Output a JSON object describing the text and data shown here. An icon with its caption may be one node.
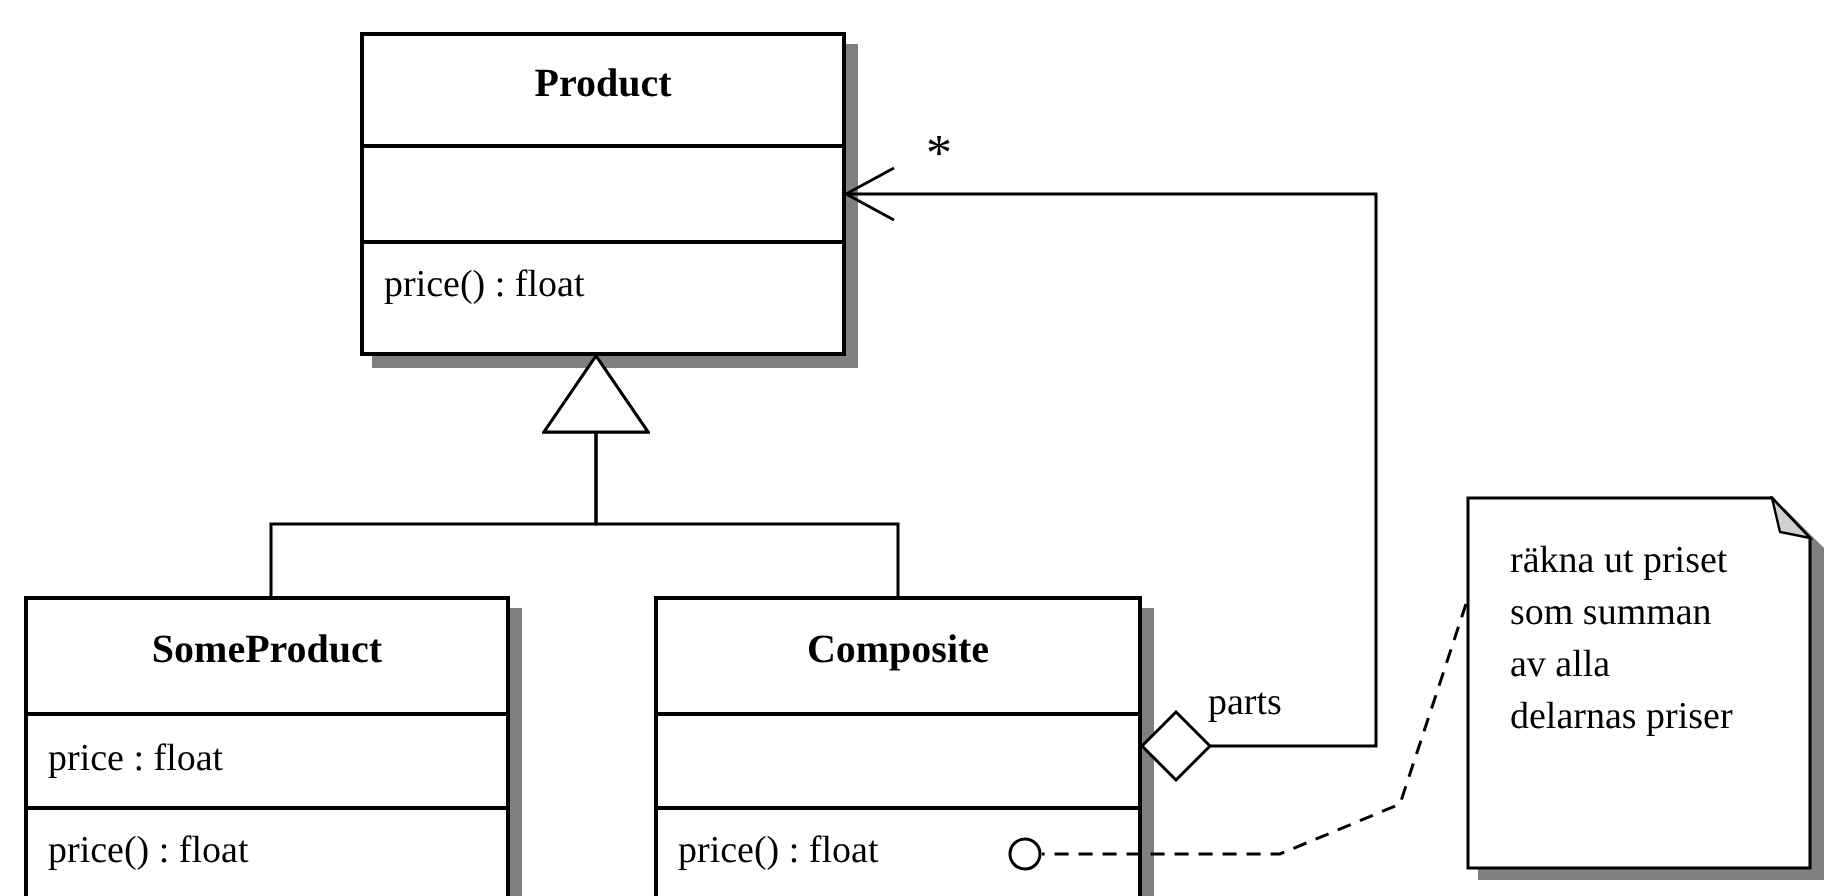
{
  "diagram": {
    "nodes": [
      {
        "text": [
          "Product",
          "price() : float"
        ]
      },
      {
        "text": [
          "SomeProduct",
          "price : float",
          "price() : float"
        ]
      },
      {
        "text": [
          "Composite",
          "price() : float"
        ]
      },
      {
        "text": [
          "räkna ut priset som summan av alla delarnas priser"
        ]
      }
    ],
    "edges": [
      {
        "from": 1,
        "to": 0,
        "arrow": "to"
      },
      {
        "from": 2,
        "to": 0,
        "arrow": "to"
      },
      {
        "from": 2,
        "to": 0,
        "arrow": "to",
        "label": "parts"
      },
      {
        "from": 3,
        "to": 2,
        "arrow": "other",
        "style": "dashed"
      }
    ],
    "labels": [
      "*"
    ]
  }
}
